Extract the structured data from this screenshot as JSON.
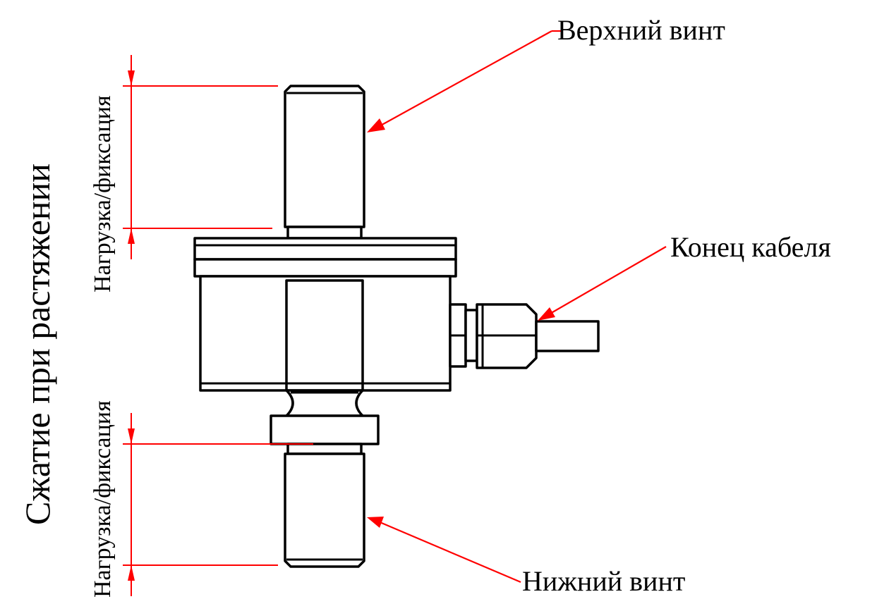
{
  "labels": {
    "top_screw": "Верхний винт",
    "cable_end": "Конец кабеля",
    "bottom_screw": "Нижний винт",
    "load_fix_top": "Нагрузка/фиксация",
    "load_fix_bottom": "Нагрузка/фиксация",
    "mode": "Сжатие при растяжении"
  },
  "colors": {
    "annotation": "#ff0000",
    "outline": "#000000",
    "background": "#ffffff"
  }
}
